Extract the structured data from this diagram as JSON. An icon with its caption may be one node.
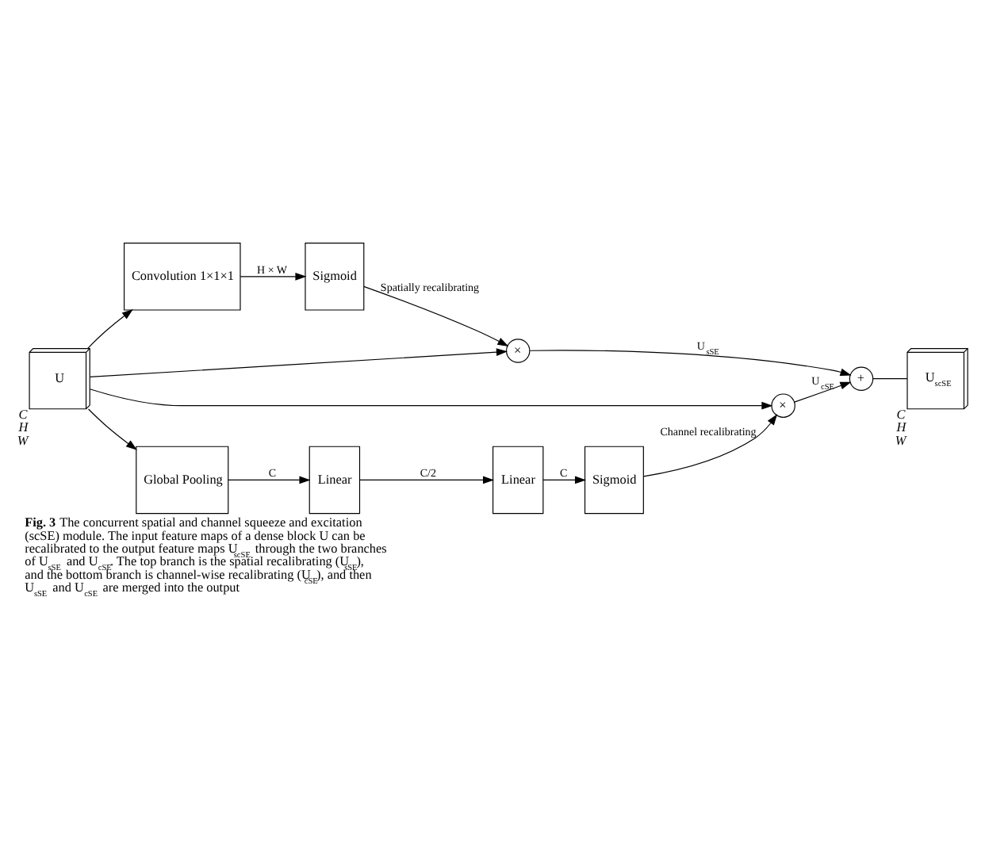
{
  "diagram": {
    "caption": "**Fig. 3** The concurrent spatial and channel squeeze and excitation (scSE) module. The input feature maps of a dense block U can be recalibrated to the output feature maps U$_{scSE}$ through the two branches of U$_{sSE}$ and U$_{cSE}$. The top branch is the spatial recalibrating (U$_{sSE}$), and the bottom branch is channel-wise recalibrating (U$_{cSE}$), and then U$_{sSE}$ and U$_{cSE}$ are merged into the output",
    "nodes": [
      {
        "text": [
          "U"
        ],
        "beside": [
          "C",
          "H",
          "W"
        ]
      },
      {
        "text": [
          "Convolution 1×1×1"
        ]
      },
      {
        "text": [
          "Sigmoid"
        ]
      },
      {
        "text": [
          "×"
        ]
      },
      {
        "text": [
          "×"
        ]
      },
      {
        "text": [
          "+"
        ]
      },
      {
        "text": [
          "U$_{scSE}$"
        ],
        "beside": [
          "C",
          "H",
          "W"
        ]
      },
      {
        "text": [
          "Global Pooling"
        ]
      },
      {
        "text": [
          "Linear"
        ]
      },
      {
        "text": [
          "Linear"
        ]
      },
      {
        "text": [
          "Sigmoid"
        ]
      }
    ],
    "edges": [
      {
        "from": 0,
        "to": 1,
        "arrow": "to"
      },
      {
        "from": 1,
        "to": 2,
        "arrow": "to",
        "label": "H × W"
      },
      {
        "from": 2,
        "to": 3,
        "arrow": "to",
        "label": "Spatially recalibrating"
      },
      {
        "from": 0,
        "to": 3,
        "arrow": "to"
      },
      {
        "from": 0,
        "to": 4,
        "arrow": "to"
      },
      {
        "from": 0,
        "to": 7,
        "arrow": "to"
      },
      {
        "from": 7,
        "to": 8,
        "arrow": "to",
        "label": "C"
      },
      {
        "from": 8,
        "to": 9,
        "arrow": "to",
        "label": "C/2"
      },
      {
        "from": 9,
        "to": 10,
        "arrow": "to",
        "label": "C"
      },
      {
        "from": 10,
        "to": 4,
        "arrow": "to",
        "label": "Channel recalibrating"
      },
      {
        "from": 3,
        "to": 5,
        "arrow": "to",
        "label": "U$_{sSE}$"
      },
      {
        "from": 4,
        "to": 5,
        "arrow": "to",
        "label": "U$_{cSE}$"
      },
      {
        "from": 5,
        "to": 6,
        "arrow": "none"
      }
    ]
  }
}
